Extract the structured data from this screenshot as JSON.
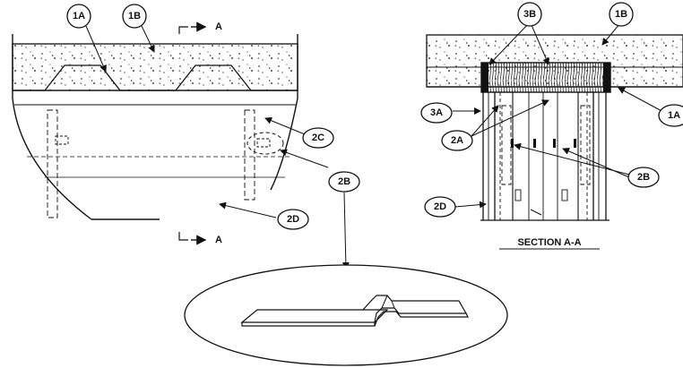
{
  "callouts": {
    "c1A_left": "1A",
    "c1B_left": "1B",
    "c2C": "2C",
    "c2B_left": "2B",
    "c2D_left": "2D",
    "c3B": "3B",
    "c1B_right": "1B",
    "c3A": "3A",
    "c2A": "2A",
    "c1A_right": "1A",
    "c2B_right": "2B",
    "c2D_right": "2D"
  },
  "section_marks": {
    "top": "A",
    "bottom": "A"
  },
  "section_title": "SECTION A-A",
  "colors": {
    "line": "#111111",
    "concrete_speck": "#444444",
    "background": "#ffffff"
  }
}
